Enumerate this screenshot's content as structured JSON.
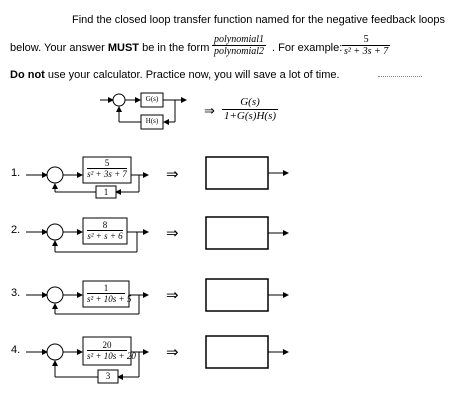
{
  "instructions": {
    "line1": "Find the closed loop transfer function named for the negative feedback loops",
    "line2_a": "below. Your answer",
    "line2_must": "MUST",
    "line2_b": "be in the form",
    "form_num": "polynomial1",
    "form_den": "polynomial2",
    "example_label": ". For example:",
    "example_num": "5",
    "example_den": "s² + 3s + 7",
    "line3_bold": "Do not",
    "line3_rest": "use your calculator. Practice now, you will save a lot of time."
  },
  "general": {
    "forward_block": "G(s)",
    "feedback_block": "H(s)",
    "result_num": "G(s)",
    "result_den": "1+G(s)H(s)",
    "arrow": "⇒"
  },
  "problems": [
    {
      "number": "1.",
      "num": "5",
      "den": "s² + 3s + 7",
      "feedback": "1",
      "arrow": "⇒",
      "answer": ""
    },
    {
      "number": "2.",
      "num": "8",
      "den": "s² + s + 6",
      "feedback": "",
      "arrow": "⇒",
      "answer": ""
    },
    {
      "number": "3.",
      "num": "1",
      "den": "s² + 10s + 5",
      "feedback": "",
      "arrow": "⇒",
      "answer": ""
    },
    {
      "number": "4.",
      "num": "20",
      "den": "s² + 10s + 20",
      "feedback": "3",
      "arrow": "⇒",
      "answer": ""
    }
  ]
}
